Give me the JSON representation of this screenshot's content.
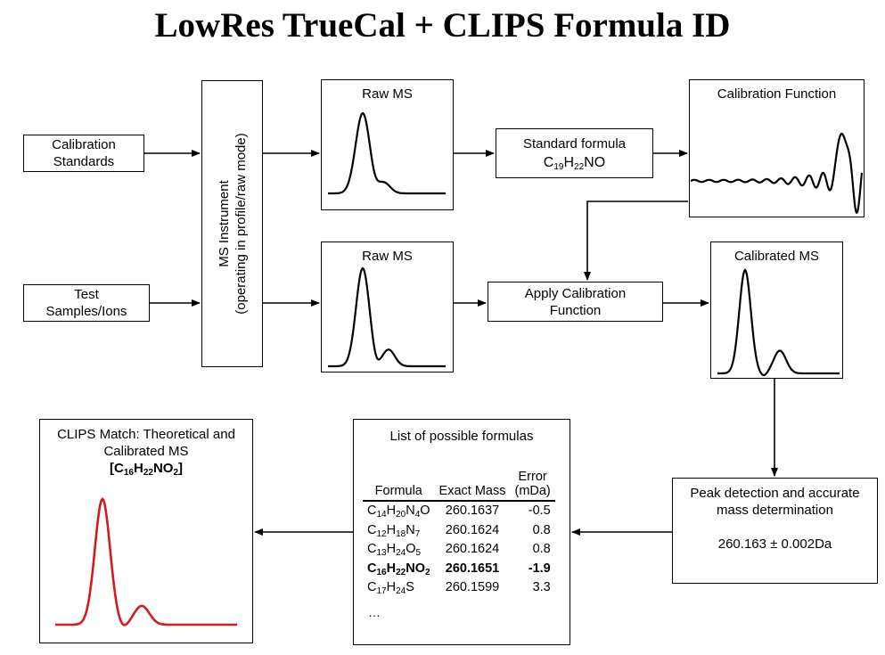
{
  "title": "LowRes TrueCal + CLIPS Formula ID",
  "calibration_standards": "Calibration\nStandards",
  "test_samples": "Test\nSamples/Ions",
  "ms_instrument": {
    "line1": "MS Instrument",
    "line2": "(operating in profile/raw mode)"
  },
  "raw_ms_top": "Raw MS",
  "raw_ms_bottom": "Raw MS",
  "standard_formula": {
    "label": "Standard formula",
    "formula": {
      "parts": [
        [
          "C",
          "19"
        ],
        [
          "H",
          "22"
        ],
        [
          "N",
          ""
        ],
        [
          "O",
          ""
        ]
      ]
    }
  },
  "calibration_function": "Calibration Function",
  "apply_calibration": "Apply Calibration\nFunction",
  "calibrated_ms": "Calibrated MS",
  "peak_detection": {
    "label": "Peak detection and accurate\nmass determination",
    "value": "260.163 ± 0.002Da"
  },
  "formula_list": {
    "title": "List of possible formulas",
    "headers": {
      "formula": "Formula",
      "exact_mass": "Exact Mass",
      "error": "Error\n(mDa)"
    },
    "rows": [
      {
        "formula": [
          [
            "C",
            "14"
          ],
          [
            "H",
            "20"
          ],
          [
            "N",
            "4"
          ],
          [
            "O",
            ""
          ]
        ],
        "mass": "260.1637",
        "error": "-0.5",
        "bold": false
      },
      {
        "formula": [
          [
            "C",
            "12"
          ],
          [
            "H",
            "18"
          ],
          [
            "N",
            "7"
          ]
        ],
        "mass": "260.1624",
        "error": "0.8",
        "bold": false
      },
      {
        "formula": [
          [
            "C",
            "13"
          ],
          [
            "H",
            "24"
          ],
          [
            "O",
            "5"
          ]
        ],
        "mass": "260.1624",
        "error": "0.8",
        "bold": false
      },
      {
        "formula": [
          [
            "C",
            "16"
          ],
          [
            "H",
            "22"
          ],
          [
            "NO",
            "2"
          ]
        ],
        "mass": "260.1651",
        "error": "-1.9",
        "bold": true
      },
      {
        "formula": [
          [
            "C",
            "17"
          ],
          [
            "H",
            "24"
          ],
          [
            "S",
            ""
          ]
        ],
        "mass": "260.1599",
        "error": "3.3",
        "bold": false
      }
    ],
    "ellipsis": "…"
  },
  "clips_match": {
    "label": "CLIPS Match: Theoretical and\nCalibrated MS",
    "formula_open": "[",
    "formula": [
      [
        "C",
        "16"
      ],
      [
        "H",
        "22"
      ],
      [
        "NO",
        "2"
      ]
    ],
    "formula_close": "]"
  },
  "colors": {
    "clips_curve": "#d01c1c",
    "line": "#000000"
  }
}
